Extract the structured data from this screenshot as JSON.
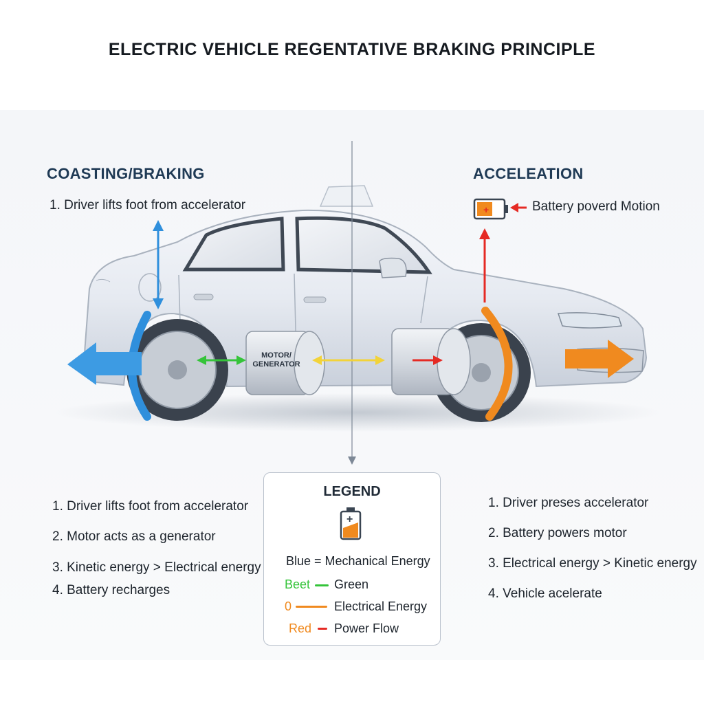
{
  "title": "ELECTRIC VEHICLE REGENTATIVE BRAKING PRINCIPLE",
  "left": {
    "heading": "COASTING/BRAKING",
    "top_note": "1. Driver lifts foot from accelerator",
    "steps": [
      "1. Driver lifts foot from accelerator",
      "2. Motor acts as a generator",
      "3. Kinetic energy > Electrical energy",
      "4. Battery recharges"
    ]
  },
  "right": {
    "heading": "ACCELEATION",
    "battery_note": "Battery poverd Motion",
    "steps": [
      "1. Driver preses accelerator",
      "2. Battery powers motor",
      "3. Electrical energy > Kinetic energy",
      "4. Vehicle acelerate"
    ]
  },
  "motor": {
    "line1": "MOTOR/",
    "line2": "GENERATOR"
  },
  "legend": {
    "title": "LEGEND",
    "row1": "Blue = Mechanical Energy",
    "row2_key": "Beet",
    "row2_label": "Green",
    "row3_key": "0",
    "row3_label": "Electrical Energy",
    "row4_key": "Red",
    "row4_label": "Power Flow"
  },
  "colors": {
    "blue": "#2f8fdc",
    "green": "#35c43a",
    "yellow": "#f2d33a",
    "orange": "#f08a1f",
    "red": "#e52a24"
  },
  "icons": [
    "battery-icon",
    "car-illustration",
    "arrow-icon"
  ]
}
